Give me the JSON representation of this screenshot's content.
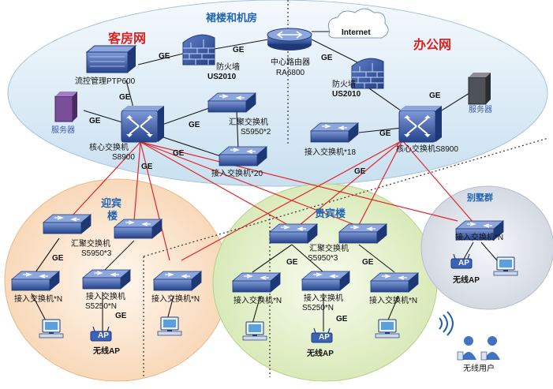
{
  "zones": {
    "guest_network": "客房网",
    "office_network": "办公网",
    "podium_room": "裙楼和机房",
    "welcome_building": "迎宾",
    "welcome_building_2": "楼",
    "vip_building": "贵宾楼",
    "villa_group": "别墅群"
  },
  "devices": {
    "internet": "Internet",
    "router": "中心路由器",
    "router_model": "RA6800",
    "firewall_left": "防火墙",
    "firewall_left_model": "US2010",
    "firewall_right": "防火墙",
    "firewall_right_model": "US2010",
    "flow_control": "流控管理PTP600",
    "server_left": "服务器",
    "server_right": "服务器",
    "core_left": "核心交换机",
    "core_left_model": "S8900",
    "core_right": "核心交换机S8900",
    "agg_top": "汇聚交换机",
    "agg_top_model": "S5950*2",
    "access_20": "接入交换机*20",
    "access_18": "接入交换机*18",
    "agg_welcome": "汇聚交换机",
    "agg_welcome_model": "S5950*3",
    "access_w1": "接入交换机*N",
    "access_w2": "接入交换机",
    "access_w2_model": "S5250*N",
    "ap_w": "无线AP",
    "access_mid": "接入交换机*N",
    "agg_vip": "汇聚交换机",
    "agg_vip_model": "S5950*3",
    "access_v1": "接入交换机*N",
    "access_v2": "接入交换机",
    "access_v2_model": "S5250*N",
    "access_v3": "接入交换机*N",
    "ap_v": "无线AP",
    "access_villa": "接入交换机*N",
    "ap_villa": "无线AP",
    "wireless_users": "无线用户",
    "ap_badge": "AP"
  },
  "link_label": "GE",
  "colors": {
    "red_link": "#e3262b",
    "black_link": "#1a1a1a",
    "top_zone": "#dcecf6",
    "welcome_zone": "#fbe3cd",
    "vip_zone": "#e1edc7",
    "villa_zone": "#dfe3ea",
    "switch_blue": "#2c4f9e"
  },
  "icons": [
    "switch-icon",
    "router-icon",
    "firewall-icon",
    "server-icon",
    "cloud-icon",
    "pc-icon",
    "ap-icon",
    "user-icon",
    "wifi-icon"
  ]
}
